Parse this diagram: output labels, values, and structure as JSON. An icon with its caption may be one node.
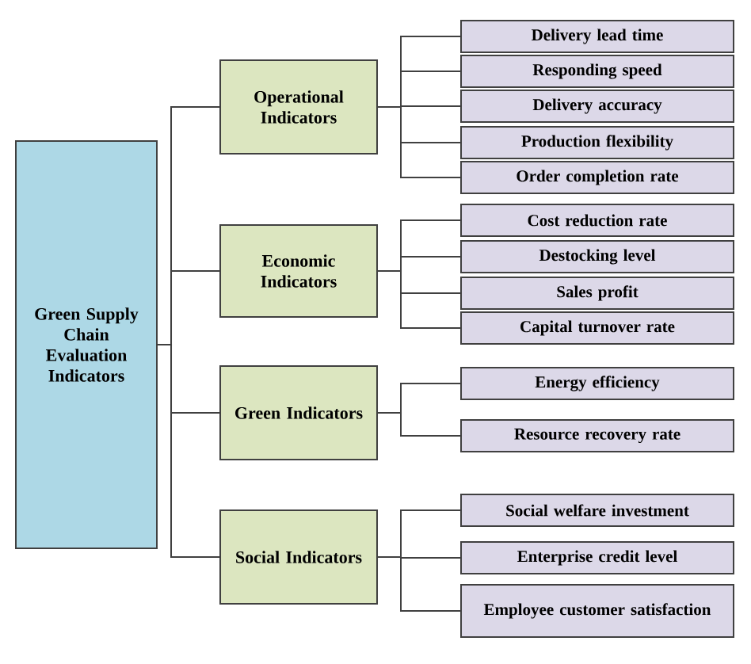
{
  "diagram": {
    "nodes": [
      {
        "text": [
          "Green Supply Chain Evaluation Indicators"
        ]
      },
      {
        "text": [
          "Operational Indicators"
        ]
      },
      {
        "text": [
          "Delivery lead time"
        ]
      },
      {
        "text": [
          "Responding speed"
        ]
      },
      {
        "text": [
          "Delivery accuracy"
        ]
      },
      {
        "text": [
          "Production flexibility"
        ]
      },
      {
        "text": [
          "Order completion rate"
        ]
      },
      {
        "text": [
          "Economic Indicators"
        ]
      },
      {
        "text": [
          "Cost reduction rate"
        ]
      },
      {
        "text": [
          "Destocking level"
        ]
      },
      {
        "text": [
          "Sales profit"
        ]
      },
      {
        "text": [
          "Capital turnover rate"
        ]
      },
      {
        "text": [
          "Green Indicators"
        ]
      },
      {
        "text": [
          "Energy efficiency"
        ]
      },
      {
        "text": [
          "Resource recovery rate"
        ]
      },
      {
        "text": [
          "Social Indicators"
        ]
      },
      {
        "text": [
          "Social welfare investment"
        ]
      },
      {
        "text": [
          "Enterprise credit level"
        ]
      },
      {
        "text": [
          "Employee customer satisfaction"
        ]
      }
    ],
    "edges": [
      {
        "from": 0,
        "to": 1,
        "arrow": "none"
      },
      {
        "from": 0,
        "to": 7,
        "arrow": "none"
      },
      {
        "from": 0,
        "to": 12,
        "arrow": "none"
      },
      {
        "from": 0,
        "to": 15,
        "arrow": "none"
      },
      {
        "from": 1,
        "to": 2,
        "arrow": "none"
      },
      {
        "from": 1,
        "to": 3,
        "arrow": "none"
      },
      {
        "from": 1,
        "to": 4,
        "arrow": "none"
      },
      {
        "from": 1,
        "to": 5,
        "arrow": "none"
      },
      {
        "from": 1,
        "to": 6,
        "arrow": "none"
      },
      {
        "from": 7,
        "to": 8,
        "arrow": "none"
      },
      {
        "from": 7,
        "to": 9,
        "arrow": "none"
      },
      {
        "from": 7,
        "to": 10,
        "arrow": "none"
      },
      {
        "from": 7,
        "to": 11,
        "arrow": "none"
      },
      {
        "from": 12,
        "to": 13,
        "arrow": "none"
      },
      {
        "from": 12,
        "to": 14,
        "arrow": "none"
      },
      {
        "from": 15,
        "to": 16,
        "arrow": "none"
      },
      {
        "from": 15,
        "to": 17,
        "arrow": "none"
      },
      {
        "from": 15,
        "to": 18,
        "arrow": "none"
      }
    ]
  }
}
